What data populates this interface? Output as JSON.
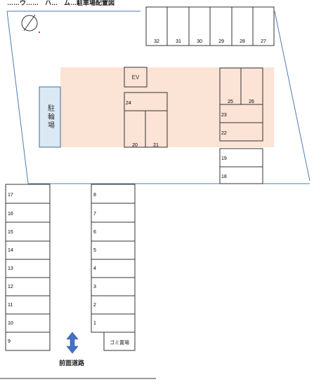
{
  "header": {
    "text": "……ウ……　ハ…　ム…駐車場配置図"
  },
  "labels": {
    "ev": "EV",
    "bicycle_parking": "駐輪場",
    "garbage": "ゴミ置場",
    "road": "前面道路"
  },
  "colors": {
    "zone_fill": "#fbe3d5",
    "bicycle_fill": "#dbe9f4",
    "bicycle_stroke": "#3f6f9a",
    "arrow": "#4472c4",
    "line": "#333333",
    "boundary": "#4f7bb3"
  },
  "icons": {
    "compass": "compass-icon",
    "arrow": "double-arrow-icon"
  },
  "spaces": {
    "top_row": [
      "32",
      "31",
      "30",
      "29",
      "28",
      "27"
    ],
    "right_cluster_top": [
      "25",
      "26"
    ],
    "right_cluster_rows": [
      "23",
      "22",
      "19",
      "18"
    ],
    "middle_block": [
      "24",
      "20",
      "21"
    ],
    "left_column": [
      "17",
      "16",
      "15",
      "14",
      "13",
      "12",
      "11",
      "10",
      "9"
    ],
    "center_column": [
      "8",
      "7",
      "6",
      "5",
      "4",
      "3",
      "2",
      "1"
    ]
  }
}
